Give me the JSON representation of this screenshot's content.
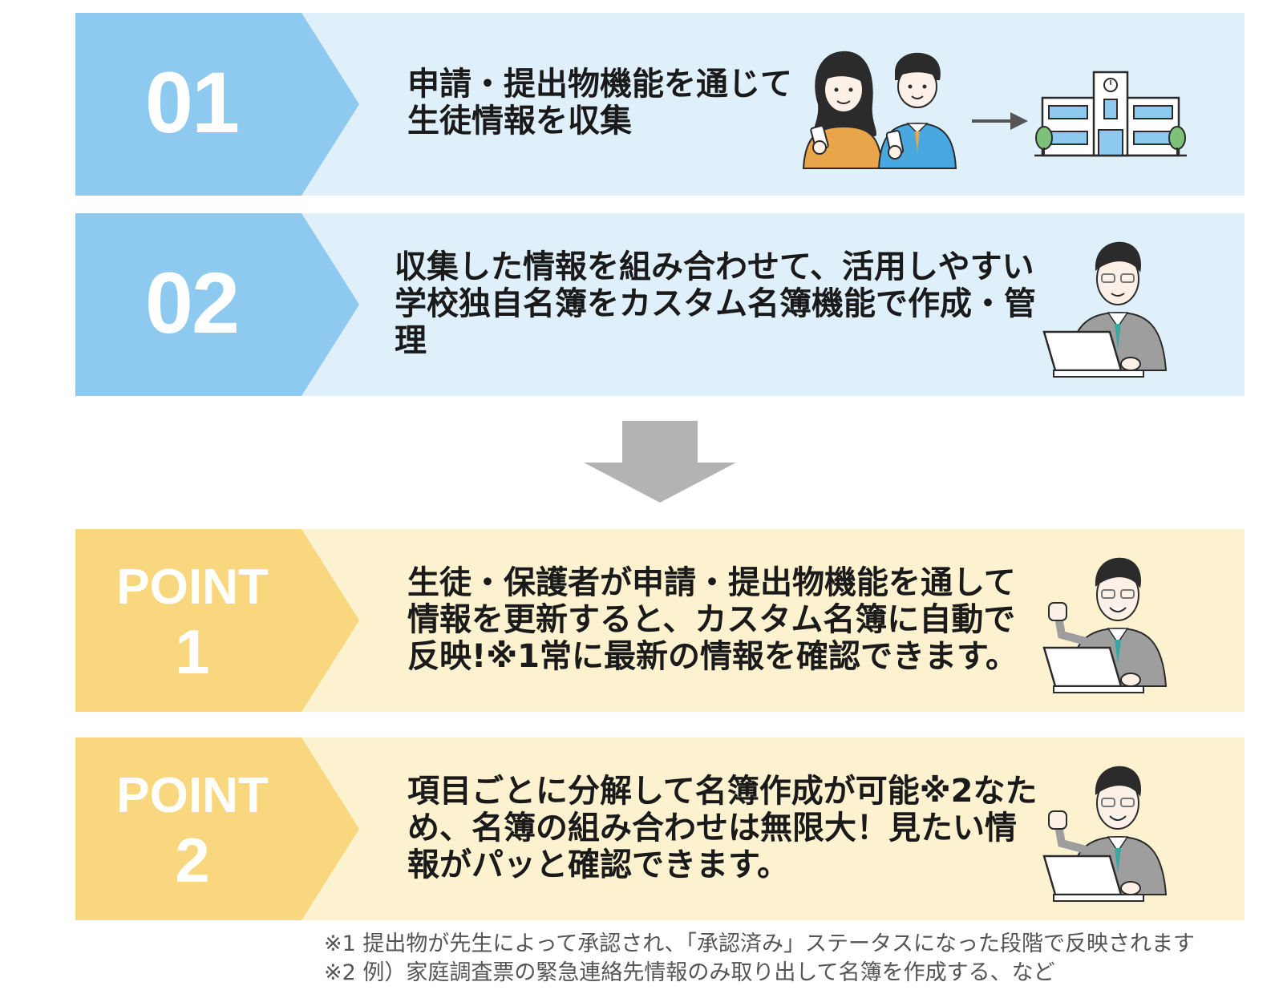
{
  "steps": [
    {
      "num": "01",
      "lines": [
        "申請・提出物機能を通じて",
        "生徒情報を収集"
      ]
    },
    {
      "num": "02",
      "lines": [
        "収集した情報を組み合わせて、活用しやすい",
        "学校独自名簿をカスタム名簿機能で作成・管",
        "理"
      ]
    }
  ],
  "points": [
    {
      "label": "POINT",
      "num": "1",
      "lines": [
        "生徒・保護者が申請・提出物機能を通して",
        "情報を更新すると、カスタム名簿に自動で",
        "反映!※1常に最新の情報を確認できます。"
      ]
    },
    {
      "label": "POINT",
      "num": "2",
      "lines": [
        "項目ごとに分解して名簿作成が可能※2なた",
        "め、名簿の組み合わせは無限大！見たい情",
        "報がパッと確認できます。"
      ]
    }
  ],
  "footnotes": [
    "※1 提出物が先生によって承認され、「承認済み」ステータスになった段階で反映されます",
    "※2 例）家庭調査票の緊急連絡先情報のみ取り出して名簿を作成する、など"
  ],
  "colors": {
    "blue_tab": "#8ec9f0",
    "blue_bg": "#dff0fb",
    "yellow_tab": "#f8d77e",
    "yellow_bg": "#fdf2d0",
    "arrow": "#b3b3b3"
  },
  "icons": {
    "step1": [
      "parent-student-smartphone-icon",
      "right-arrow-icon",
      "school-building-icon"
    ],
    "step2": "man-laptop-icon",
    "point1": "man-laptop-fist-icon",
    "point2": "man-laptop-fist-icon",
    "between": "down-arrow-icon"
  }
}
